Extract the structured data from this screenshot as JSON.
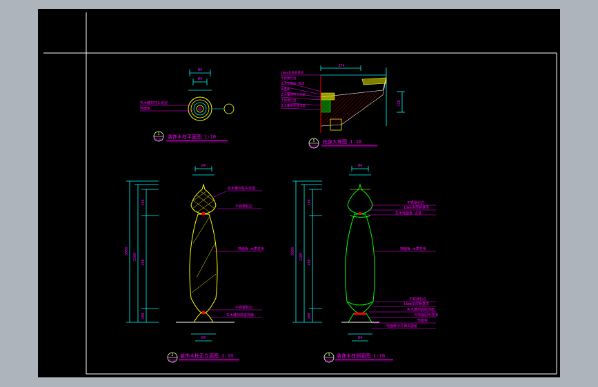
{
  "viewport": {
    "background": "#000000",
    "frame_color": "#ffffff"
  },
  "colors": {
    "magenta": "#ff00ff",
    "cyan": "#00ffff",
    "yellow": "#ffff00",
    "green": "#00ff00",
    "red": "#ff0000",
    "white": "#ffffff"
  },
  "views": {
    "plan": {
      "number": "1",
      "sheet": "DF201",
      "title": "装饰木柱平面图 1:10"
    },
    "detail": {
      "number": "5",
      "sheet": "DF201",
      "title": "柱身大样图   1:10"
    },
    "front": {
      "number": "2",
      "sheet": "DF201",
      "title": "装饰木柱正立面图 1:10"
    },
    "side": {
      "number": "3",
      "sheet": "DF201",
      "title": "装饰木柱侧面图 1:10"
    }
  },
  "annotations": {
    "wood_top": "实木雕刻柱头造型",
    "veneer": "饰面板",
    "metal_trim": "不锈钢包边",
    "column_body": "饰面板 木质柱身",
    "base_trim": "不锈钢包边",
    "base_cover": "实木雕刻底座饰面",
    "base_fix": "与地面固定连接",
    "ring_detail": "18mm多层板基层",
    "side_note": "实木饰面板 清漆",
    "floor_note": "地面做法见相关图纸"
  },
  "dimensions": {
    "plan_top": "Ø4",
    "plan_mid": "Ø4",
    "front_total": "3000",
    "front_h1": "200",
    "front_h2": "400",
    "front_h3": "2200",
    "front_h4": "200",
    "side_total": "3000",
    "side_h1": "200",
    "side_h2": "400",
    "side_h3": "2200",
    "side_h4": "200",
    "detail_w": "374",
    "detail_h": "120"
  }
}
